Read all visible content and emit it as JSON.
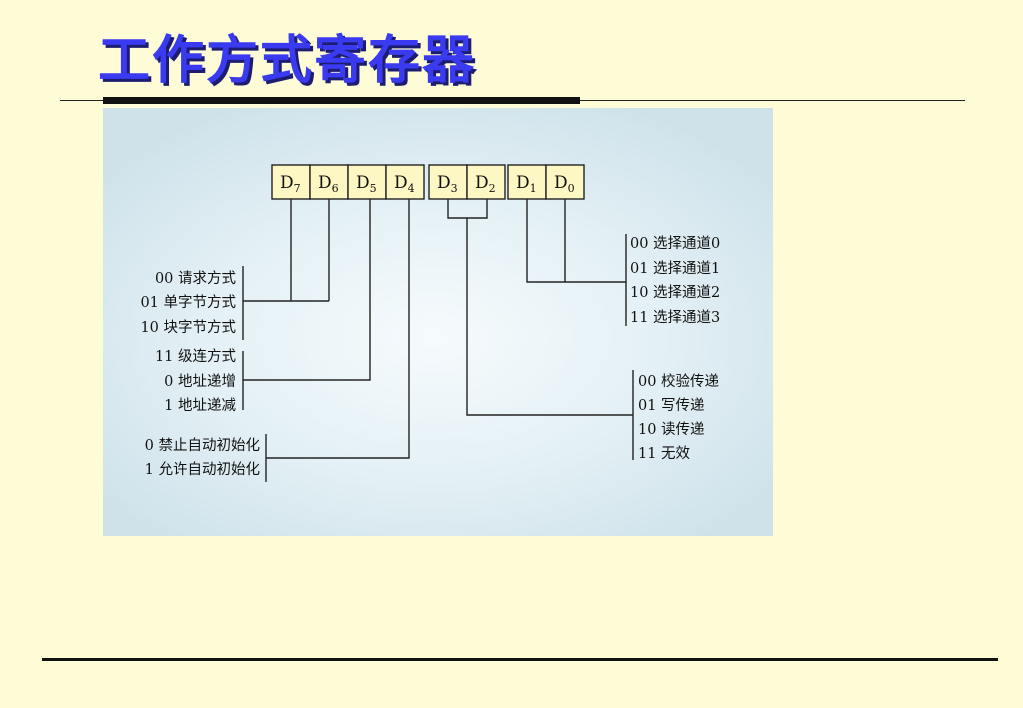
{
  "title": "工作方式寄存器",
  "bits": [
    {
      "main": "D",
      "sub": "7"
    },
    {
      "main": "D",
      "sub": "6"
    },
    {
      "main": "D",
      "sub": "5"
    },
    {
      "main": "D",
      "sub": "4"
    },
    {
      "main": "D",
      "sub": "3"
    },
    {
      "main": "D",
      "sub": "2"
    },
    {
      "main": "D",
      "sub": "1"
    },
    {
      "main": "D",
      "sub": "0"
    }
  ],
  "groups": {
    "transfer_mode": [
      "00 请求方式",
      "01 单字节方式",
      "10 块字节方式",
      "11 级连方式"
    ],
    "address": [
      "0 地址递增",
      "1 地址递减"
    ],
    "auto_init": [
      "0 禁止自动初始化",
      "1 允许自动初始化"
    ],
    "channel": [
      "00 选择通道0",
      "01 选择通道1",
      "10 选择通道2",
      "11 选择通道3"
    ],
    "transfer_type": [
      "00 校验传递",
      "01 写传递",
      "10 读传递",
      "11 无效"
    ]
  }
}
